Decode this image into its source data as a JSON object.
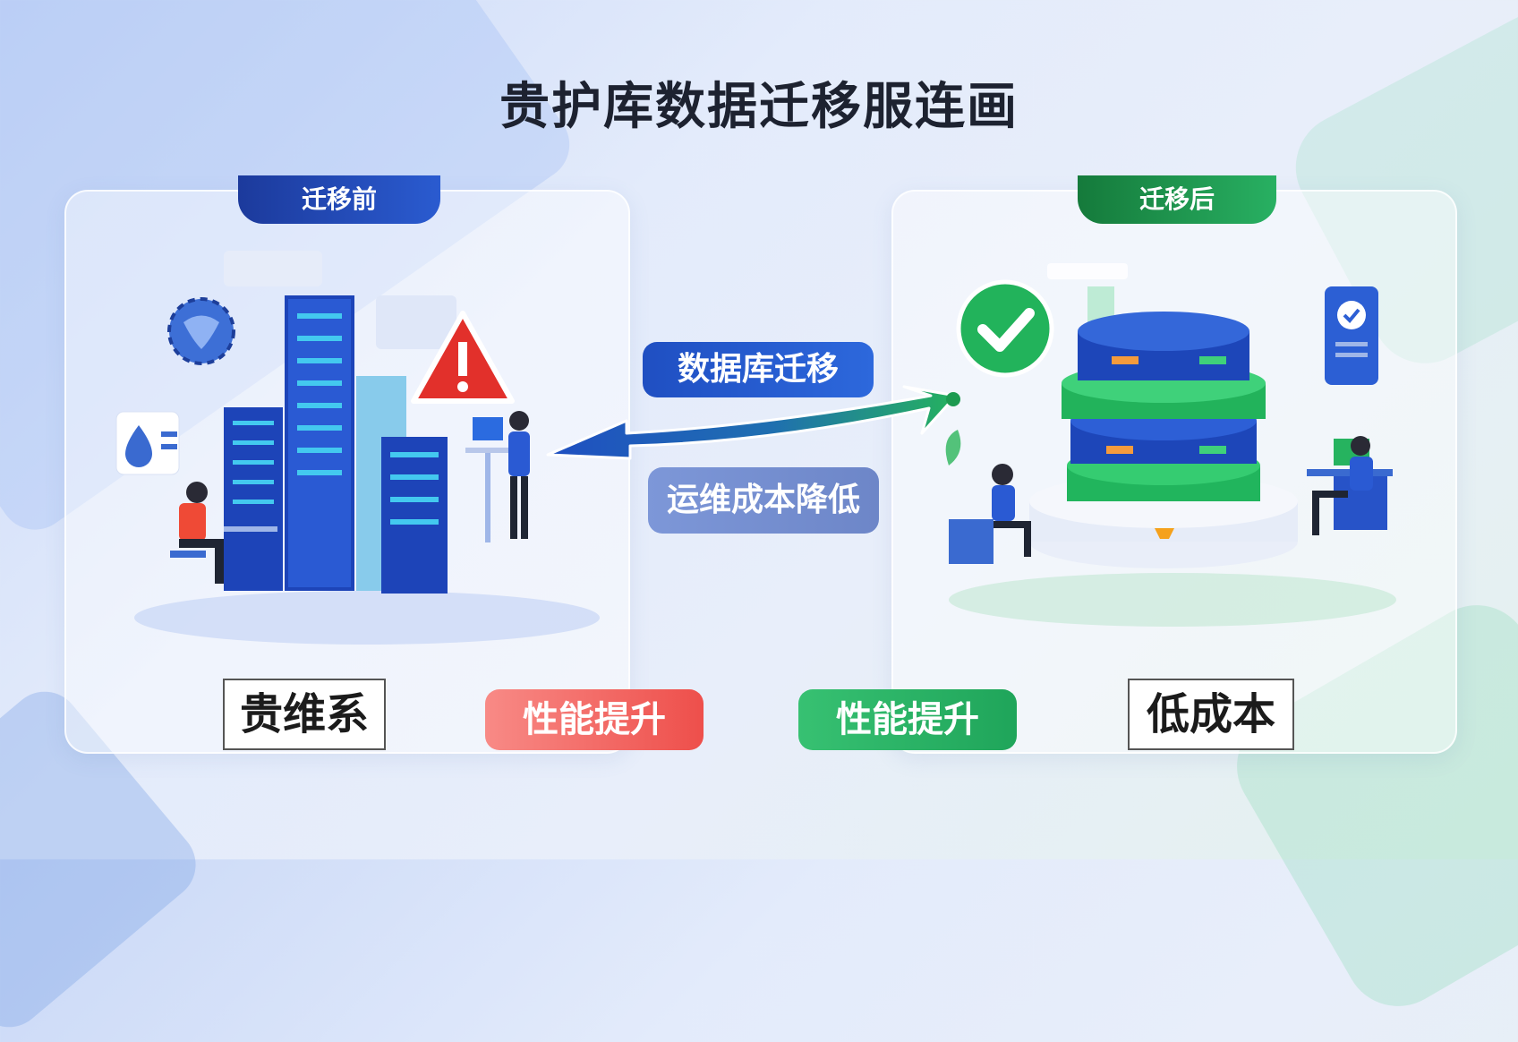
{
  "title": "贵护库数据迁移服连画",
  "before": {
    "tab": "迁移前",
    "label": "贵维系"
  },
  "after": {
    "tab": "迁移后",
    "label": "低成本"
  },
  "center": {
    "migrate": "数据库迁移",
    "cost": "运维成本降低"
  },
  "badges": {
    "perf_left": "性能提升",
    "perf_right": "性能提升"
  },
  "colors": {
    "blue": "#2a5bd0",
    "green": "#28b062",
    "red": "#ee4f4b"
  }
}
